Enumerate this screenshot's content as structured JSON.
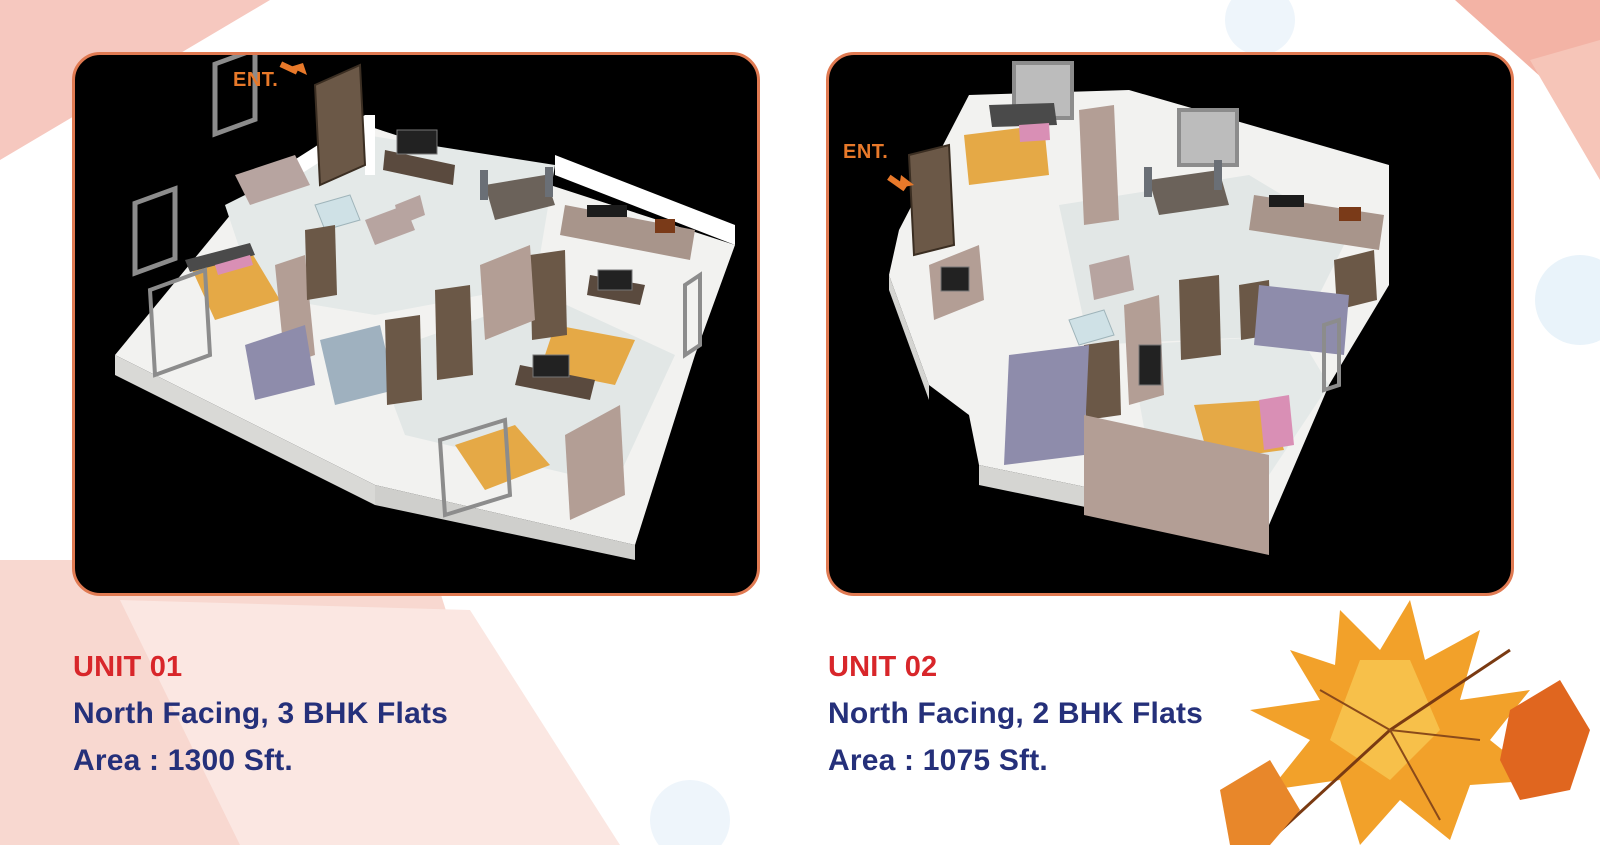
{
  "units": [
    {
      "title": "UNIT 01",
      "facing": "North Facing, 3 BHK Flats",
      "area": "Area : 1300 Sft.",
      "entrance_label": "ENT."
    },
    {
      "title": "UNIT 02",
      "facing": "North Facing, 2 BHK Flats",
      "area": "Area : 1075 Sft.",
      "entrance_label": "ENT."
    }
  ],
  "colors": {
    "unit_title": "#d8262a",
    "description": "#25307a",
    "entrance": "#e8792a",
    "panel_border": "#e07a52"
  }
}
